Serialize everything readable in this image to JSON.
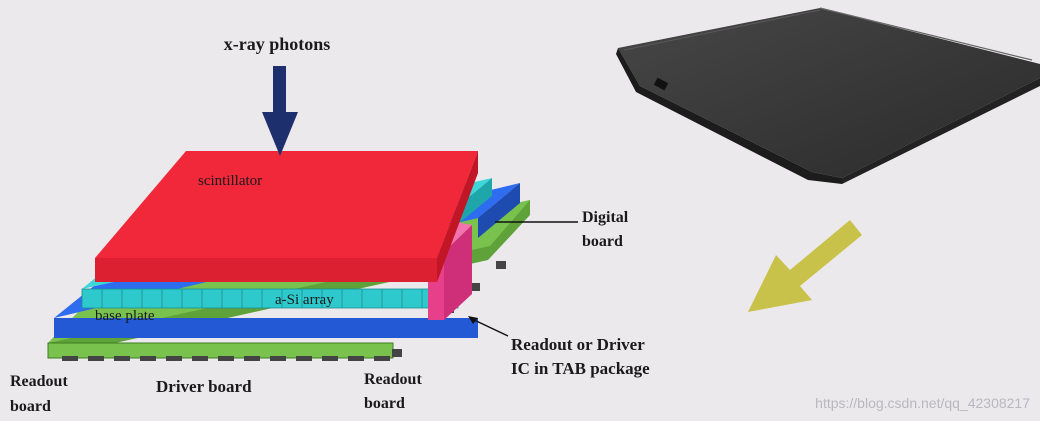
{
  "labels": {
    "photons": "x-ray photons",
    "scintillator": "scintillator",
    "asi_array": "a-Si array",
    "base_plate": "base plate",
    "digital_board_1": "Digital",
    "digital_board_2": "board",
    "readout_ic_1": "Readout or Driver",
    "readout_ic_2": "IC in TAB package",
    "readout_left_1": "Readout",
    "readout_left_2": "board",
    "driver_board": "Driver board",
    "readout_right_1": "Readout",
    "readout_right_2": "board"
  },
  "watermark": "https://blog.csdn.net/qq_42308217",
  "colors": {
    "background": "#ece9ec",
    "scintillator": "#f0283a",
    "asi_array": "#2ec9cc",
    "base_plate": "#2e6cf0",
    "board": "#7ac24e",
    "chip": "#444444",
    "tab_package": "#e83f8a",
    "photon_arrow": "#1e2f6e",
    "direction_arrow": "#c9c24a",
    "flat_panel": "#3a3a3a"
  }
}
